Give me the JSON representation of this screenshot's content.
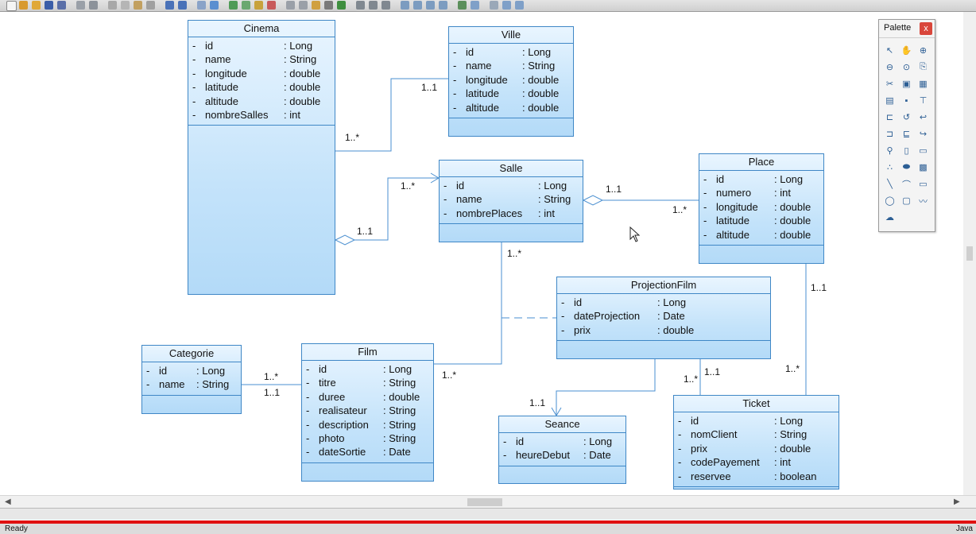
{
  "palette": {
    "title": "Palette",
    "close": "x",
    "tools": [
      {
        "icon": "select-arrow-icon",
        "glyph": "↖"
      },
      {
        "icon": "hand-icon",
        "glyph": "✋"
      },
      {
        "icon": "zoom-in-icon",
        "glyph": "⊕"
      },
      {
        "icon": "zoom-out-icon",
        "glyph": "⊖"
      },
      {
        "icon": "zoom-fit-icon",
        "glyph": "⊙"
      },
      {
        "icon": "stamp-icon",
        "glyph": "⎘"
      },
      {
        "icon": "cut-icon",
        "glyph": "✂"
      },
      {
        "icon": "image-icon",
        "glyph": "▣"
      },
      {
        "icon": "table-icon",
        "glyph": "▦"
      },
      {
        "icon": "class-icon",
        "glyph": "▤"
      },
      {
        "icon": "point-icon",
        "glyph": "▪"
      },
      {
        "icon": "hierarchy-icon",
        "glyph": "⊤"
      },
      {
        "icon": "association-icon",
        "glyph": "⊏"
      },
      {
        "icon": "dependency-icon",
        "glyph": "↺"
      },
      {
        "icon": "return-arrow-icon",
        "glyph": "↩"
      },
      {
        "icon": "aggregation-icon",
        "glyph": "⊐"
      },
      {
        "icon": "composition-icon",
        "glyph": "⊑"
      },
      {
        "icon": "link-icon",
        "glyph": "↪"
      },
      {
        "icon": "pin-icon",
        "glyph": "⚲"
      },
      {
        "icon": "note-icon",
        "glyph": "▯"
      },
      {
        "icon": "comment-icon",
        "glyph": "▭"
      },
      {
        "icon": "nodes-icon",
        "glyph": "∴"
      },
      {
        "icon": "rounded-shape-icon",
        "glyph": "⬬"
      },
      {
        "icon": "text-box-icon",
        "glyph": "▩"
      },
      {
        "icon": "line-icon",
        "glyph": "╲"
      },
      {
        "icon": "arc-icon",
        "glyph": "⌒"
      },
      {
        "icon": "rectangle-icon",
        "glyph": "▭"
      },
      {
        "icon": "ellipse-icon",
        "glyph": "◯"
      },
      {
        "icon": "rounded-rect-icon",
        "glyph": "▢"
      },
      {
        "icon": "polyline-icon",
        "glyph": "〰"
      },
      {
        "icon": "freeform-icon",
        "glyph": "☁"
      }
    ]
  },
  "classes": [
    {
      "key": "cinema",
      "name": "Cinema",
      "attrs": [
        {
          "vis": "-",
          "name": "id",
          "type": ": Long"
        },
        {
          "vis": "-",
          "name": "name",
          "type": ": String"
        },
        {
          "vis": "-",
          "name": "longitude",
          "type": ": double"
        },
        {
          "vis": "-",
          "name": "latitude",
          "type": ": double"
        },
        {
          "vis": "-",
          "name": "altitude",
          "type": ": double"
        },
        {
          "vis": "-",
          "name": "nombreSalles",
          "type": ": int"
        }
      ]
    },
    {
      "key": "ville",
      "name": "Ville",
      "attrs": [
        {
          "vis": "-",
          "name": "id",
          "type": ": Long"
        },
        {
          "vis": "-",
          "name": "name",
          "type": ": String"
        },
        {
          "vis": "-",
          "name": "longitude",
          "type": ": double"
        },
        {
          "vis": "-",
          "name": "latitude",
          "type": ": double"
        },
        {
          "vis": "-",
          "name": "altitude",
          "type": ": double"
        }
      ]
    },
    {
      "key": "salle",
      "name": "Salle",
      "attrs": [
        {
          "vis": "-",
          "name": "id",
          "type": ": Long"
        },
        {
          "vis": "-",
          "name": "name",
          "type": ": String"
        },
        {
          "vis": "-",
          "name": "nombrePlaces",
          "type": ": int"
        }
      ]
    },
    {
      "key": "place",
      "name": "Place",
      "attrs": [
        {
          "vis": "-",
          "name": "id",
          "type": ": Long"
        },
        {
          "vis": "-",
          "name": "numero",
          "type": ": int"
        },
        {
          "vis": "-",
          "name": "longitude",
          "type": ": double"
        },
        {
          "vis": "-",
          "name": "latitude",
          "type": ": double"
        },
        {
          "vis": "-",
          "name": "altitude",
          "type": ": double"
        }
      ]
    },
    {
      "key": "projection",
      "name": "ProjectionFilm",
      "attrs": [
        {
          "vis": "-",
          "name": "id",
          "type": ": Long"
        },
        {
          "vis": "-",
          "name": "dateProjection",
          "type": ": Date"
        },
        {
          "vis": "-",
          "name": "prix",
          "type": ": double"
        }
      ]
    },
    {
      "key": "categorie",
      "name": "Categorie",
      "attrs": [
        {
          "vis": "-",
          "name": "id",
          "type": ": Long"
        },
        {
          "vis": "-",
          "name": "name",
          "type": ": String"
        }
      ]
    },
    {
      "key": "film",
      "name": "Film",
      "attrs": [
        {
          "vis": "-",
          "name": "id",
          "type": ": Long"
        },
        {
          "vis": "-",
          "name": "titre",
          "type": ": String"
        },
        {
          "vis": "-",
          "name": "duree",
          "type": ": double"
        },
        {
          "vis": "-",
          "name": "realisateur",
          "type": ": String"
        },
        {
          "vis": "-",
          "name": "description",
          "type": ": String"
        },
        {
          "vis": "-",
          "name": "photo",
          "type": ": String"
        },
        {
          "vis": "-",
          "name": "dateSortie",
          "type": ": Date"
        }
      ]
    },
    {
      "key": "seance",
      "name": "Seance",
      "attrs": [
        {
          "vis": "-",
          "name": "id",
          "type": ": Long"
        },
        {
          "vis": "-",
          "name": "heureDebut",
          "type": ": Date"
        }
      ]
    },
    {
      "key": "ticket",
      "name": "Ticket",
      "attrs": [
        {
          "vis": "-",
          "name": "id",
          "type": ": Long"
        },
        {
          "vis": "-",
          "name": "nomClient",
          "type": ": String"
        },
        {
          "vis": "-",
          "name": "prix",
          "type": ": double"
        },
        {
          "vis": "-",
          "name": "codePayement",
          "type": ": int"
        },
        {
          "vis": "-",
          "name": "reservee",
          "type": ": boolean"
        }
      ]
    }
  ],
  "multiplicities": [
    {
      "id": "cinema-ville-near-ville",
      "text": "1..1"
    },
    {
      "id": "cinema-ville-near-cinema",
      "text": "1..*"
    },
    {
      "id": "cinema-salle-near-salle",
      "text": "1..*"
    },
    {
      "id": "cinema-salle-near-cinema",
      "text": "1..1"
    },
    {
      "id": "salle-place-near-salle",
      "text": "1..1"
    },
    {
      "id": "salle-place-near-place",
      "text": "1..*"
    },
    {
      "id": "salle-film-near-salle",
      "text": "1..*"
    },
    {
      "id": "salle-film-near-film",
      "text": "1..*"
    },
    {
      "id": "categorie-film-top",
      "text": "1..*"
    },
    {
      "id": "categorie-film-bottom",
      "text": "1..1"
    },
    {
      "id": "place-ticket-near-place",
      "text": "1..1"
    },
    {
      "id": "place-ticket-near-ticket",
      "text": "1..*"
    },
    {
      "id": "projection-ticket-left",
      "text": "1..*"
    },
    {
      "id": "projection-ticket-right",
      "text": "1..1"
    },
    {
      "id": "projection-seance",
      "text": "1..1"
    }
  ],
  "status": {
    "left": "Ready",
    "right": "Java"
  }
}
